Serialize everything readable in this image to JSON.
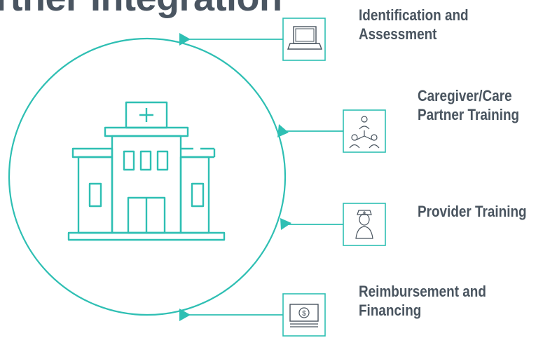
{
  "title": "rther Integration",
  "center_icon": "hospital-icon",
  "accent_color": "#2ebfb3",
  "text_color": "#49545f",
  "items": [
    {
      "label_line1": "Identification and",
      "label_line2": "Assessment",
      "icon": "laptop-icon"
    },
    {
      "label_line1": "Caregiver/Care",
      "label_line2": "Partner Training",
      "icon": "people-network-icon"
    },
    {
      "label_line1": "Provider Training",
      "label_line2": "",
      "icon": "nurse-icon"
    },
    {
      "label_line1": "Reimbursement and",
      "label_line2": "Financing",
      "icon": "money-bill-icon"
    }
  ]
}
